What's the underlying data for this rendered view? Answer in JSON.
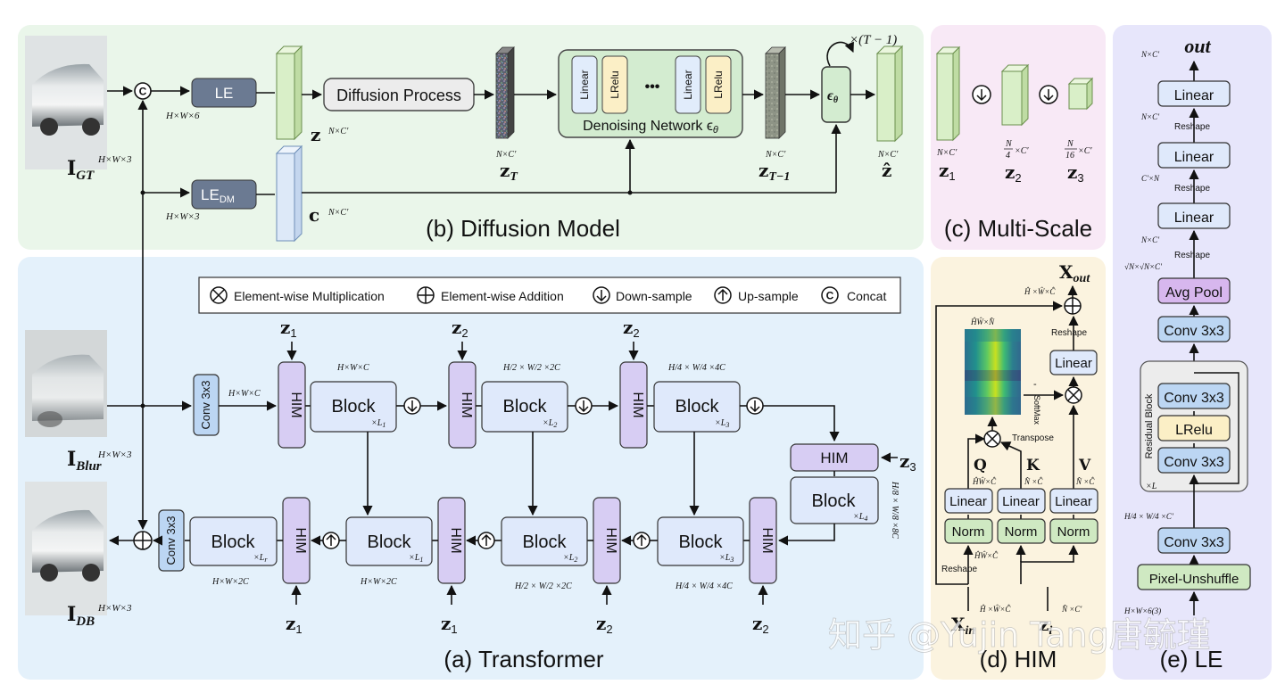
{
  "panels": {
    "diffusion_title": "(b) Diffusion Model",
    "multiscale_title": "(c) Multi-Scale",
    "transformer_title": "(a) Transformer",
    "him_title": "(d) HIM",
    "le_title": "(e) LE"
  },
  "images": {
    "gt": "I",
    "gt_sub": "GT",
    "gt_dim": "H×W×3",
    "blur": "I",
    "blur_sub": "Blur",
    "blur_dim": "H×W×3",
    "db": "I",
    "db_sub": "DB",
    "db_dim": "H×W×3"
  },
  "diffusion": {
    "le": "LE",
    "le_dim": "H×W×6",
    "le_dm": "LE",
    "le_dm_sub": "DM",
    "le_dm_dim": "H×W×3",
    "z_label": "z",
    "z_dim": "N×C′",
    "c_label": "c",
    "c_dim": "N×C′",
    "diffusion_process": "Diffusion Process",
    "zT_label": "z",
    "zT_sub": "T",
    "zT_dim": "N×C′",
    "linear": "Linear",
    "lrelu": "LRelu",
    "ellipsis": "•••",
    "denoising": "Denoising Network ϵ",
    "denoising_sub": "θ",
    "zT1_label": "z",
    "zT1_sub": "T−1",
    "zT1_dim": "N×C′",
    "eps": "ϵ",
    "eps_sub": "θ",
    "loop": "×(T − 1)",
    "zhat_label": "ẑ",
    "zhat_dim": "N×C′"
  },
  "multiscale": {
    "z1": "z",
    "z1_sub": "1",
    "z1_dim": "N×C′",
    "z2": "z",
    "z2_sub": "2",
    "z2_dim_num": "N",
    "z2_dim_den": "4",
    "z2_dim_rest": "×C′",
    "z3": "z",
    "z3_sub": "3",
    "z3_dim_num": "N",
    "z3_dim_den": "16",
    "z3_dim_rest": "×C′"
  },
  "legend": {
    "mult": "Element-wise  Multiplication",
    "add": "Element-wise Addition",
    "down": "Down-sample",
    "up": "Up-sample",
    "concat": "Concat",
    "concat_symbol": "C"
  },
  "transformer": {
    "conv": "Conv 3x3",
    "him": "HIM",
    "block": "Block",
    "enc1_dim": "H×W×C",
    "enc2_dim": "H/2 × W/2 ×2C",
    "enc3_dim": "H/4 × W/4 ×4C",
    "conv_dim": "H×W×C",
    "lat_dim": "H/8 × W/8 ×8C",
    "dec1_dim": "H×W×2C",
    "dec0_dim": "H×W×2C",
    "dec2_dim": "H/2 × W/2 ×2C",
    "dec3_dim": "H/4 × W/4 ×4C",
    "L1": "×L",
    "L1_sub": "1",
    "L2": "×L",
    "L2_sub": "2",
    "L3": "×L",
    "L3_sub": "3",
    "L4": "×L",
    "L4_sub": "4",
    "Lr": "×L",
    "Lr_sub": "r",
    "z": "z",
    "s1": "1",
    "s2": "2",
    "s3": "3"
  },
  "him": {
    "xout": "X",
    "xout_sub": "out",
    "out_dim": "Ĥ ×Ŵ×Ĉ",
    "attn_dim": "ĤŴ×N̂",
    "reshape": "Reshape",
    "softmax": "SoftMax",
    "transpose": "Transpose",
    "linear": "Linear",
    "norm": "Norm",
    "Q": "Q",
    "K": "K",
    "V": "V",
    "q_dim": "ĤŴ×Ĉ",
    "k_dim": "N̂ ×Ĉ",
    "v_dim": "N̂ ×Ĉ",
    "xin_dim": "Ĥ ×Ŵ×Ĉ",
    "norm_dim": "ĤŴ×Ĉ",
    "xin": "X",
    "xin_sub": "in",
    "zi": "z",
    "zi_sub": "i",
    "zi_dim": "N̂ ×C′"
  },
  "le": {
    "out": "out",
    "out_dim": "N×C′",
    "linear": "Linear",
    "reshape": "Reshape",
    "dim1": "N×C′",
    "dim2": "C′×N",
    "dim3": "N×C′",
    "dim4": "√N×√N×C′",
    "avgpool": "Avg Pool",
    "conv": "Conv 3x3",
    "residual": "Residual Block",
    "lrelu": "LRelu",
    "xL": "×L",
    "dim5": "H/4 × W/4 ×C′",
    "pixel_unshuffle": "Pixel-Unshuffle",
    "in_dim": "H×W×6(3)"
  },
  "watermark": "知乎 @Yujin Tang唐毓瑾",
  "colors": {
    "green_bg": "#eaf6ea",
    "blue_bg": "#e4f1fb",
    "pink_bg": "#f8e9f6",
    "yellow_bg": "#fbf3df",
    "lavender_bg": "#e7e6fb",
    "le_box": "#6b7a92",
    "block_fill": "#dfe9fb",
    "him_fill": "#d7cdf3",
    "conv_fill": "#bcd6f3",
    "norm_fill": "#cfe9c2",
    "green_prism": "#d9efc8",
    "blue_prism": "#dde9f8"
  }
}
